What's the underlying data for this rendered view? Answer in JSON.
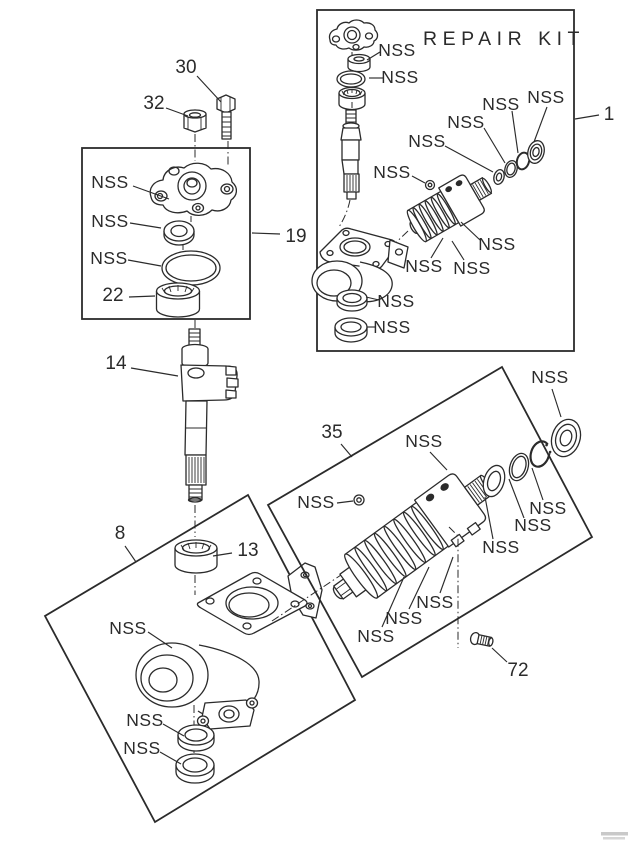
{
  "colors": {
    "line": "#2b2b2b",
    "background": "#ffffff",
    "watermark": "#c9c9c9"
  },
  "diagram": {
    "title": "REPAIR KIT",
    "nss": "NSS",
    "parts": {
      "p1": "1",
      "p8": "8",
      "p13": "13",
      "p14": "14",
      "p19": "19",
      "p22": "22",
      "p30": "30",
      "p32": "32",
      "p35": "35",
      "p72": "72"
    }
  }
}
